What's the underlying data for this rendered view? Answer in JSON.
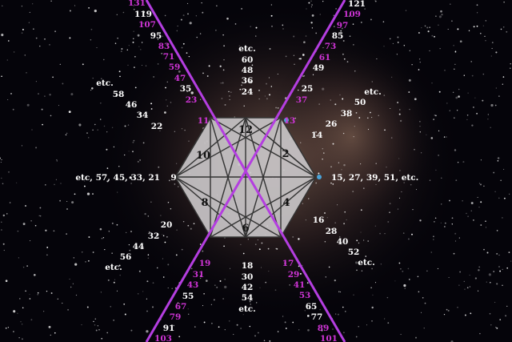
{
  "colors": {
    "background": "#05040a",
    "hexagon_fill": "#c7c4c6",
    "structure_lines": "#333333",
    "purple_lines": "#b43ee0",
    "magenta_labels": "#cf34d6",
    "white_labels": "#ffffff",
    "blue_dots": "#4aa3d8"
  },
  "hexagon": {
    "inner_numbers": [
      "12",
      "2",
      "4",
      "6",
      "8",
      "10"
    ]
  },
  "labels": {
    "top_left_magenta": [
      "131",
      "107",
      "83",
      "71",
      "59",
      "47",
      "23",
      "11"
    ],
    "top_left_white": [
      "119",
      "95",
      "35"
    ],
    "top_center": [
      "etc.",
      "60",
      "48",
      "36",
      "24"
    ],
    "top_right_magenta": [
      "109",
      "97",
      "73",
      "61",
      "37",
      "13"
    ],
    "top_right_white": [
      "121",
      "85",
      "49",
      "25"
    ],
    "upper_left": [
      "etc.",
      "58",
      "46",
      "34",
      "22"
    ],
    "upper_right": [
      "etc.",
      "50",
      "38",
      "26",
      "14"
    ],
    "left_row": "etc, 57, 45, 33, 21",
    "left_nine": "9",
    "right_row": "15, 27, 39, 51, etc.",
    "lower_left": [
      "20",
      "32",
      "44",
      "56",
      "etc."
    ],
    "lower_right": [
      "16",
      "28",
      "40",
      "52",
      "etc."
    ],
    "bottom_left_magenta": [
      "19",
      "31",
      "43",
      "67",
      "79",
      "103"
    ],
    "bottom_left_white": [
      "55",
      "91"
    ],
    "bottom_center": [
      "18",
      "30",
      "42",
      "54",
      "etc."
    ],
    "bottom_right_magenta": [
      "17",
      "29",
      "41",
      "53",
      "89",
      "101"
    ],
    "bottom_right_white": [
      "65",
      "77"
    ]
  }
}
